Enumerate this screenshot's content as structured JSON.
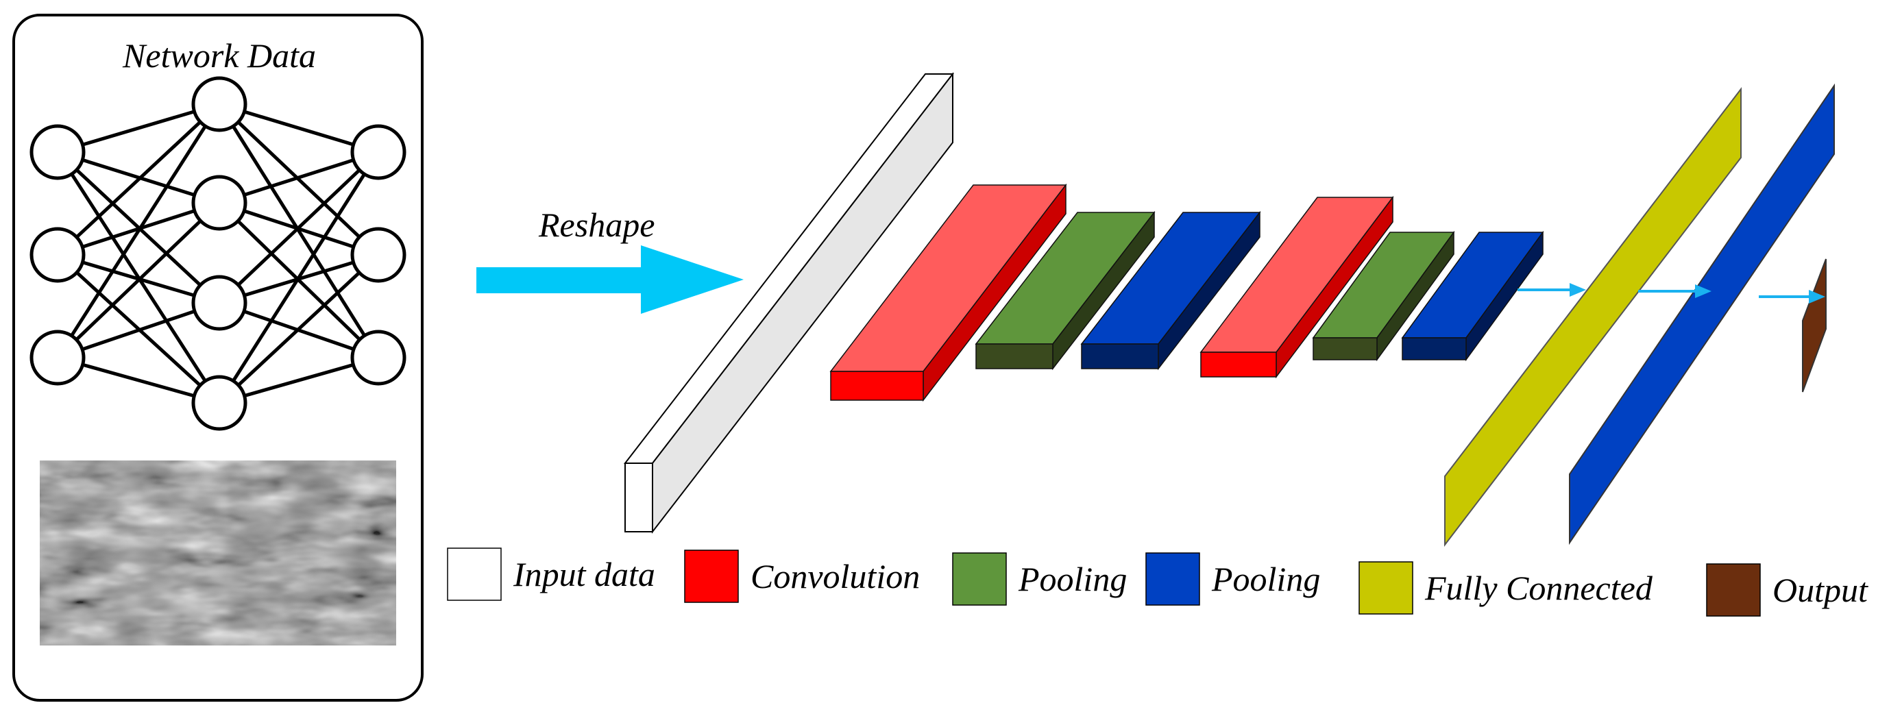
{
  "panel": {
    "title": "Network Data",
    "layers": [
      3,
      4,
      3
    ]
  },
  "reshape": {
    "label": "Reshape",
    "color": "#00c8f8"
  },
  "colors": {
    "input": "#ffffff",
    "conv": "#ff0000",
    "conv_top": "#ff5c5c",
    "conv_side": "#cc0000",
    "pool_green": "#5f963c",
    "pool_green_dark": "#3a4a1e",
    "pool_green_side": "#2c3c18",
    "pool_blue": "#0041c2",
    "pool_blue_dark": "#002266",
    "pool_blue_side": "#001a55",
    "fully_connected": "#c8c800",
    "output": "#6b2e0e",
    "arrow": "#1ab2f0"
  },
  "legend": [
    {
      "label": "Input data",
      "color": "#ffffff"
    },
    {
      "label": "Convolution",
      "color": "#ff0000"
    },
    {
      "label": "Pooling",
      "color": "#5f963c"
    },
    {
      "label": "Pooling",
      "color": "#0041c2"
    },
    {
      "label": "Fully Connected",
      "color": "#c8c800"
    },
    {
      "label": "Output",
      "color": "#6b2e0e"
    }
  ]
}
